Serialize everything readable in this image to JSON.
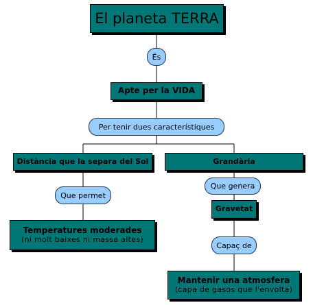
{
  "diagram": {
    "title": "El planeta TERRA",
    "links": {
      "es": "És",
      "per_tenir": "Per tenir dues característiques",
      "que_permet": "Que permet",
      "que_genera": "Que genera",
      "capac_de": "Capaç de"
    },
    "concepts": {
      "apte": "Apte per la VIDA",
      "distancia": "Distància que la separa del Sol",
      "grandaria": "Grandària",
      "temperatures": "Temperatures moderades",
      "temperatures_sub": "(ni molt baixes ni massa altes)",
      "gravetat": "Gravetat",
      "atmosfera": "Mantenir una atmosfera",
      "atmosfera_sub": "(capa de gasos que l'envolta)"
    }
  }
}
